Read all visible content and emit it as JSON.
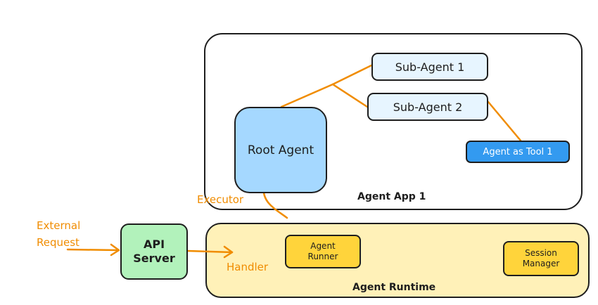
{
  "containers": {
    "agent_app_title": "Agent App 1",
    "agent_runtime_title": "Agent Runtime"
  },
  "nodes": {
    "sub_agent_1": "Sub-Agent 1",
    "sub_agent_2": "Sub-Agent 2",
    "root_agent": "Root Agent",
    "agent_as_tool": "Agent as Tool 1",
    "api_server": [
      "API",
      "Server"
    ],
    "agent_runner": [
      "Agent",
      "Runner"
    ],
    "session_manager": [
      "Session",
      "Manager"
    ]
  },
  "edge_labels": {
    "executor": "Executor",
    "external_request": [
      "External",
      "Request"
    ],
    "handler": "Handler"
  },
  "colors": {
    "edge": "#f08c00",
    "root_agent_fill": "#a5d8ff",
    "sub_agent_fill": "#e7f5ff",
    "tool_fill": "#339af0",
    "api_server_fill": "#b2f2bb",
    "runtime_fill": "#fff1b8",
    "runtime_component_fill": "#ffd43b"
  }
}
